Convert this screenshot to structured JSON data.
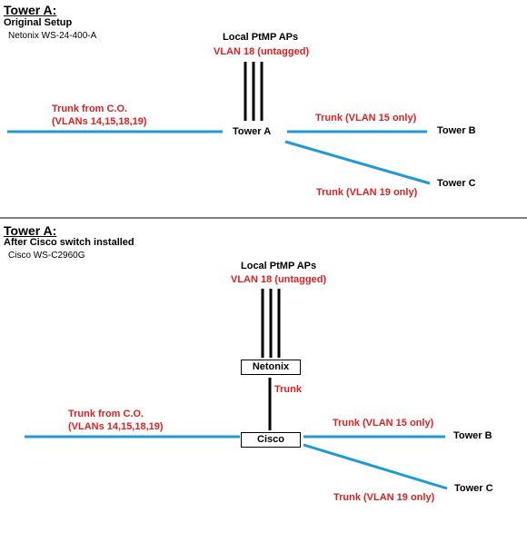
{
  "colors": {
    "trunk_line": "#1e9ad6",
    "vlan_text": "#e02020",
    "ap_lines": "#000000"
  },
  "top": {
    "title": "Tower A:",
    "subtitle": "Original Setup",
    "model": "Netonix WS-24-400-A",
    "aps_label": "Local PtMP APs",
    "aps_vlan": "VLAN 18 (untagged)",
    "trunk_co_line1": "Trunk from C.O.",
    "trunk_co_line2": "(VLANs 14,15,18,19)",
    "node": "Tower A",
    "trunk_b": "Trunk (VLAN 15 only)",
    "tower_b": "Tower B",
    "trunk_c": "Trunk (VLAN 19 only)",
    "tower_c": "Tower C"
  },
  "bottom": {
    "title": "Tower A:",
    "subtitle": "After Cisco switch installed",
    "model": "Cisco WS-C2960G",
    "aps_label": "Local PtMP APs",
    "aps_vlan": "VLAN 18 (untagged)",
    "netonix": "Netonix",
    "trunk_between": "Trunk",
    "trunk_co_line1": "Trunk from C.O.",
    "trunk_co_line2": "(VLANs 14,15,18,19)",
    "cisco": "Cisco",
    "trunk_b": "Trunk (VLAN 15 only)",
    "tower_b": "Tower B",
    "trunk_c": "Trunk (VLAN 19 only)",
    "tower_c": "Tower C"
  }
}
